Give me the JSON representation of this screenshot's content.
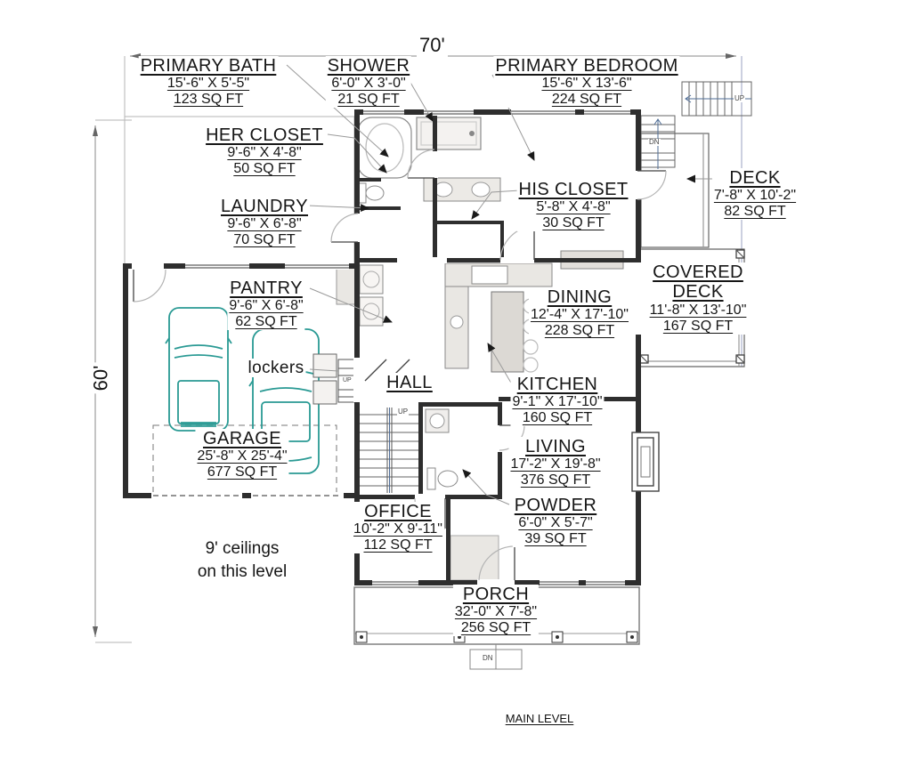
{
  "title": "MAIN LEVEL",
  "overall_dims": {
    "width": "70'",
    "depth": "60'"
  },
  "note": {
    "line1": "9' ceilings",
    "line2": "on this level"
  },
  "stair_labels": {
    "up": "UP",
    "down": "DN"
  },
  "colors": {
    "car_accent": "#2a9a94",
    "wall": "#2e2e2e",
    "leader": "#9a9a9a",
    "stair_guide": "#4f6d96"
  },
  "rooms": [
    {
      "name": "PRIMARY BATH",
      "size": "15'-6\" X 5'-5\"",
      "area": "123 SQ FT"
    },
    {
      "name": "SHOWER",
      "size": "6'-0\" X 3'-0\"",
      "area": "21 SQ FT"
    },
    {
      "name": "PRIMARY BEDROOM",
      "size": "15'-6\" X 13'-6\"",
      "area": "224 SQ FT"
    },
    {
      "name": "HER CLOSET",
      "size": "9'-6\" X 4'-8\"",
      "area": "50 SQ FT"
    },
    {
      "name": "LAUNDRY",
      "size": "9'-6\" X 6'-8\"",
      "area": "70 SQ FT"
    },
    {
      "name": "HIS CLOSET",
      "size": "5'-8\" X 4'-8\"",
      "area": "30 SQ FT"
    },
    {
      "name": "DECK",
      "size": "7'-8\" X 10'-2\"",
      "area": "82 SQ FT"
    },
    {
      "name": "PANTRY",
      "size": "9'-6\" X 6'-8\"",
      "area": "62 SQ FT"
    },
    {
      "name": "DINING",
      "size": "12'-4\" X 17'-10\"",
      "area": "228 SQ FT"
    },
    {
      "name": "COVERED DECK",
      "size": "11'-8\" X 13'-10\"",
      "area": "167 SQ FT"
    },
    {
      "name": "lockers"
    },
    {
      "name": "HALL"
    },
    {
      "name": "KITCHEN",
      "size": "9'-1\" X 17'-10\"",
      "area": "160 SQ FT"
    },
    {
      "name": "GARAGE",
      "size": "25'-8\" X 25'-4\"",
      "area": "677 SQ FT"
    },
    {
      "name": "LIVING",
      "size": "17'-2\" X 19'-8\"",
      "area": "376 SQ FT"
    },
    {
      "name": "OFFICE",
      "size": "10'-2\" X 9'-11\"",
      "area": "112 SQ FT"
    },
    {
      "name": "POWDER",
      "size": "6'-0\" X 5'-7\"",
      "area": "39 SQ FT"
    },
    {
      "name": "PORCH",
      "size": "32'-0\" X 7'-8\"",
      "area": "256 SQ FT"
    }
  ]
}
